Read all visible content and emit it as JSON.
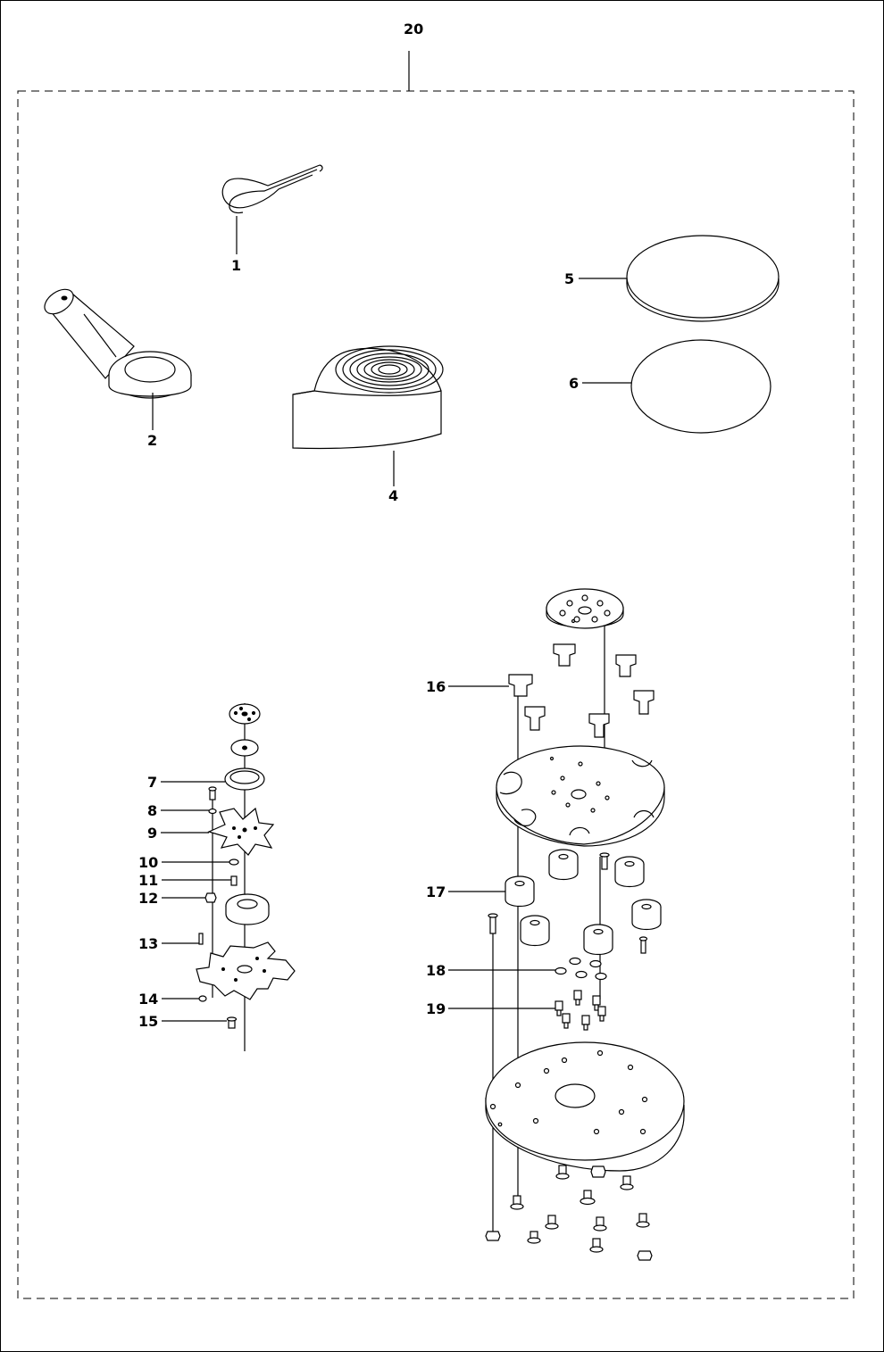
{
  "diagram": {
    "labels": {
      "l1": "1",
      "l2": "2",
      "l4": "4",
      "l5": "5",
      "l6": "6",
      "l7": "7",
      "l8": "8",
      "l9": "9",
      "l10": "10",
      "l11": "11",
      "l12": "12",
      "l13": "13",
      "l14": "14",
      "l15": "15",
      "l16": "16",
      "l17": "17",
      "l18": "18",
      "l19": "19",
      "l20": "20"
    }
  }
}
